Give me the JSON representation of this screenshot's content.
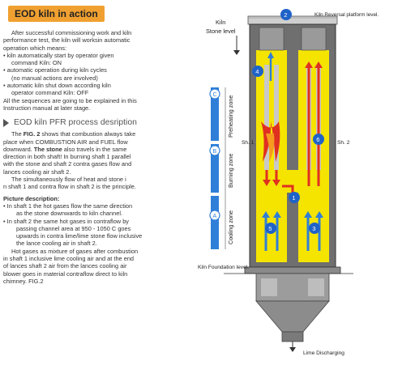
{
  "left": {
    "banner_title": "EOD  kiln in action",
    "intro": [
      "After successful commissioning work and kiln",
      "performance test, the kiln will worksin automatic",
      "operation which means:"
    ],
    "bullets": [
      [
        "• kiln automatically start by operator given",
        "  command Kiln: ON"
      ],
      [
        "• automatic operation during kiln cycles",
        "  (no manual actions are involved)"
      ],
      [
        "• automatic kiln shut down according kiln",
        "  operator command Kiln: OFF"
      ]
    ],
    "outro": [
      "All the sequences are going to be explained in this",
      "Instruction manual at later stage."
    ],
    "section_title": "EOD kiln PFR process desription",
    "pfr_lines": [
      {
        "pre": "The ",
        "bold": "FIG. 2",
        "post": " shows that combustion always take"
      },
      {
        "pre": "place when COMBUSTION AIR and FUEL flow",
        "bold": "",
        "post": ""
      },
      {
        "pre": "downward. ",
        "bold": "The stone",
        "post": " also travels in the same"
      },
      {
        "pre": "direction in both shaft! In burning shaft 1 parallel",
        "bold": "",
        "post": ""
      },
      {
        "pre": "with the stone and shaft 2 contra gases flow and",
        "bold": "",
        "post": ""
      },
      {
        "pre": "lances cooling air shaft 2.",
        "bold": "",
        "post": ""
      },
      {
        "pre": "The simultaneously flow of heat and stone i",
        "bold": "",
        "post": ""
      },
      {
        "pre": "n shaft 1 and contra flow in shaft 2 is the principle.",
        "bold": "",
        "post": ""
      }
    ],
    "picture_heading": "Picture description:",
    "picture_lines": [
      "• In shaft 1 the hot gases flow the same direction",
      "  as the stone downwards to kiln channel.",
      "• In shaft 2 the same hot gases in contraflow by",
      "  passing channel area  at 950 - 1050 C goes",
      "  upwards in contra lime/lime stone flow inclusive",
      "  the  lance cooling air  in shaft 2.",
      "  Hot gases as mixture of gases after combustion",
      "in shaft 1 inclusive lime cooling air and at the end",
      "of lances shaft 2 air from the lances cooling air",
      "blower goes in material contraflow direct to kiln",
      "chimney. FIG.2"
    ]
  },
  "figure": {
    "kiln_reversal": "Kiln Reversal platform level.",
    "kiln_stone_level": [
      "Kiln",
      "Stone level"
    ],
    "zones": [
      "Preheating zone",
      "Burning zone",
      "Cooling zone"
    ],
    "zone_letters": [
      "C",
      "B",
      "A"
    ],
    "shaft1": "Sh. 1",
    "shaft2": "Sh. 2",
    "foundation": "Kiln Foundation level.",
    "lime_discharging": "Lime Discharging",
    "markers": [
      "1",
      "2",
      "3",
      "4",
      "5",
      "6"
    ]
  },
  "colors": {
    "accent_orange": "#f0a030",
    "kiln_yellow": "#f5e400",
    "zone_blue": "#2f7fd8",
    "arrow_red": "#e03020",
    "marker_blue": "#1f63c8"
  }
}
